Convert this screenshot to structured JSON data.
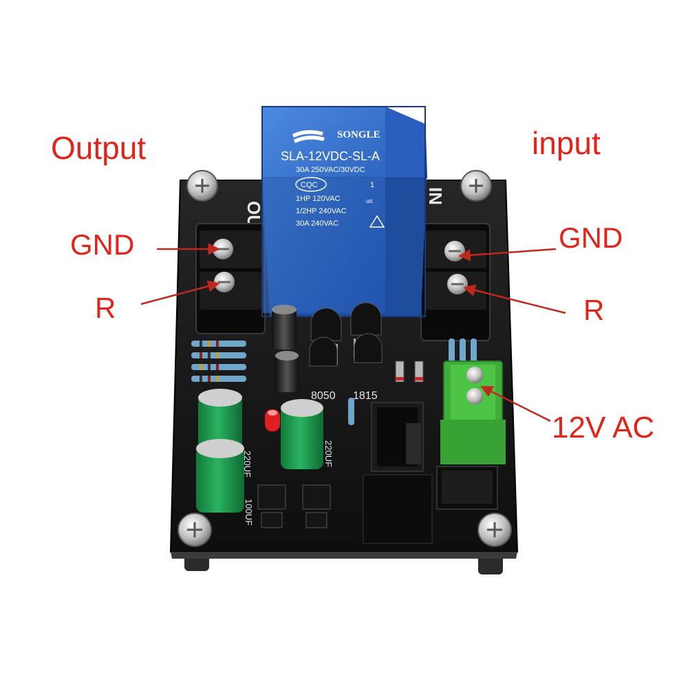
{
  "labels": {
    "output": "Output",
    "input": "input",
    "gnd_left": "GND",
    "gnd_right": "GND",
    "r_left": "R",
    "r_right": "R",
    "ac_12v": "12V AC"
  },
  "board_print": {
    "out": "OUT",
    "in": "IN",
    "transistor_1": "8050",
    "transistor_2": "1815",
    "cap_1": "220UF",
    "cap_2": "100UF",
    "cap_3": "220UF"
  },
  "relay": {
    "brand": "SONGLE",
    "model": "SLA-12VDC-SL-A",
    "line_1": "30A 250VAC/30VDC",
    "cqc": "CQC",
    "line_2": "1HP 120VAC",
    "line_3": "1/2HP 240VAC",
    "line_4": "30A 240VAC",
    "ul": "us",
    "pin": "1"
  },
  "colors": {
    "annotation": "#e2231a",
    "pcb": "#141414",
    "relay": "#2f6fcf",
    "terminal_green": "#3fae3a",
    "capacitor": "#1e9b4f"
  }
}
